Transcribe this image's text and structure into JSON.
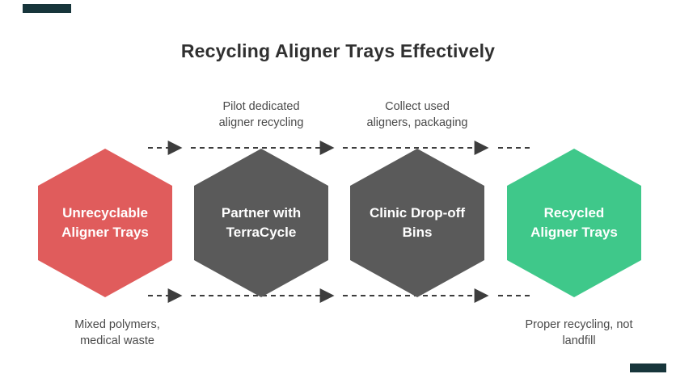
{
  "title": "Recycling Aligner Trays Effectively",
  "steps": [
    {
      "name": "unrecyclable-aligner-trays",
      "line1": "Unrecyclable",
      "line2": "Aligner Trays",
      "color": "#e05c5c"
    },
    {
      "name": "partner-with-terracycle",
      "line1": "Partner with",
      "line2": "TerraCycle",
      "color": "#5a5a5a"
    },
    {
      "name": "clinic-dropoff-bins",
      "line1": "Clinic Drop-off",
      "line2": "Bins",
      "color": "#5a5a5a"
    },
    {
      "name": "recycled-aligner-trays",
      "line1": "Recycled",
      "line2": "Aligner Trays",
      "color": "#3fc88a"
    }
  ],
  "annotations": {
    "top": [
      {
        "line1": "Pilot dedicated",
        "line2": "aligner recycling"
      },
      {
        "line1": "Collect used",
        "line2": "aligners, packaging"
      }
    ],
    "bottom": [
      {
        "line1": "Mixed polymers,",
        "line2": "medical waste"
      },
      {
        "line1": "Proper recycling, not",
        "line2": "landfill"
      }
    ]
  },
  "colors": {
    "arrow": "#3d3d3d",
    "title_text": "#303030",
    "annotation_text": "#4a4a4a",
    "decoration_bar": "#17353b",
    "hex_red": "#e05c5c",
    "hex_gray": "#5a5a5a",
    "hex_green": "#3fc88a"
  }
}
